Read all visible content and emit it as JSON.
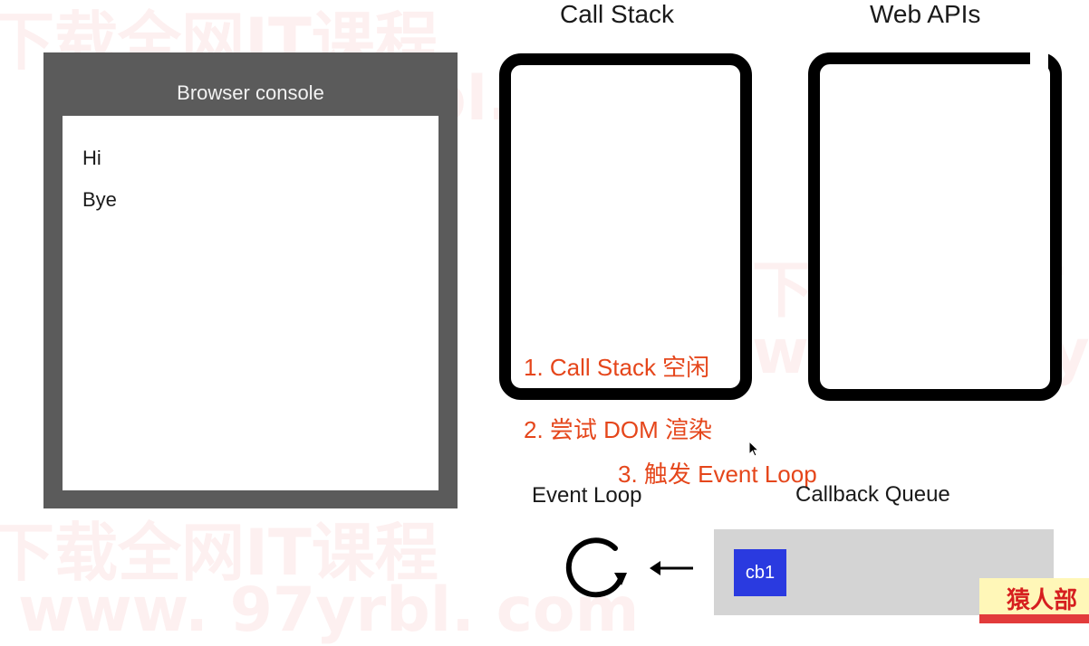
{
  "console": {
    "title": "Browser console",
    "lines": [
      "Hi",
      "Bye"
    ]
  },
  "panels": {
    "call_stack_title": "Call Stack",
    "web_apis_title": "Web APIs"
  },
  "annotations": {
    "step1": "1. Call Stack 空闲",
    "step2": "2. 尝试 DOM 渲染",
    "step3": "3. 触发 Event Loop"
  },
  "event_loop": {
    "label": "Event Loop",
    "icon": "loop-arrow-icon"
  },
  "callback_queue": {
    "label": "Callback Queue",
    "items": [
      "cb1"
    ]
  },
  "arrow": {
    "icon": "left-arrow-icon"
  },
  "brand": {
    "text": "猿人部"
  },
  "colors": {
    "annotation": "#e5461b",
    "console_frame": "#5b5b5b",
    "queue_bg": "#d4d4d4",
    "queue_item": "#2a3ae0"
  }
}
